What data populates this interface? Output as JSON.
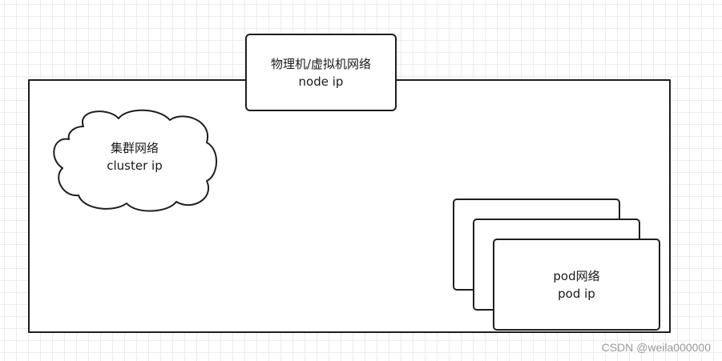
{
  "node_network": {
    "title": "物理机/虚拟机网络",
    "subtitle": "node ip"
  },
  "cluster_network": {
    "title": "集群网络",
    "subtitle": "cluster ip"
  },
  "pod_network": {
    "title": "pod网络",
    "subtitle": "pod ip"
  },
  "watermark": "CSDN @weila000000",
  "colors": {
    "stroke": "#1e1e1e",
    "grid": "#ececec",
    "background": "#ffffff"
  }
}
